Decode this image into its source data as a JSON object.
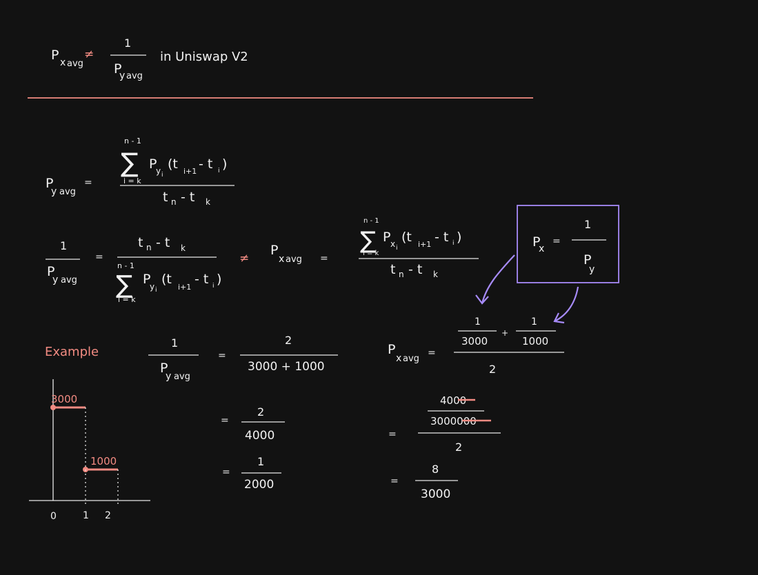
{
  "title": {
    "lhs_p": "P",
    "lhs_sub": "x",
    "lhs_sub2": "avg",
    "neq": "≠",
    "num": "1",
    "den_p": "P",
    "den_sub": "y",
    "den_sub2": "avg",
    "suffix": "in Uniswap V2"
  },
  "eq1": {
    "lhs_p": "P",
    "lhs_sub": "y",
    "lhs_sub2": "avg",
    "eq": "=",
    "sum_top": "n - 1",
    "sigma": "∑",
    "sum_bottom": "i = k",
    "term_p": "P",
    "term_sub": "y",
    "term_sub_i": "i",
    "paren_open": "(t",
    "sub_i1": "i+1",
    "minus_t": "- t",
    "sub_i": "i",
    "paren_close": ")",
    "den_t": "t",
    "den_sub_n": "n",
    "den_minus": "- t",
    "den_sub_k": "k"
  },
  "eq2": {
    "lhs_num": "1",
    "lhs_p": "P",
    "lhs_sub": "y",
    "lhs_sub2": "avg",
    "eq": "=",
    "num_t": "t",
    "num_sub_n": "n",
    "num_minus": "- t",
    "num_sub_k": "k",
    "sum_top": "n - 1",
    "sigma": "∑",
    "sum_bottom": "i = k",
    "term_p": "P",
    "term_sub": "y",
    "term_sub_i": "i",
    "paren_open": "(t",
    "sub_i1": "i+1",
    "minus_t": "- t",
    "sub_i": "i",
    "paren_close": ")",
    "neq": "≠",
    "mid_p": "P",
    "mid_sub": "x",
    "mid_sub2": "avg",
    "mid_eq": "=",
    "r_sum_top": "n - 1",
    "r_sum_bottom": "i = k",
    "r_term_p": "P",
    "r_term_sub": "x",
    "r_term_sub_i": "i",
    "r_den_t": "t",
    "r_den_sub_n": "n",
    "r_den_minus": "- t",
    "r_den_sub_k": "k"
  },
  "box": {
    "p": "P",
    "sub": "x",
    "eq": "=",
    "num": "1",
    "den_p": "P",
    "den_sub": "y"
  },
  "example": {
    "label": "Example",
    "left": {
      "num": "1",
      "p": "P",
      "sub": "y",
      "sub2": "avg",
      "eq": "=",
      "r1_num": "2",
      "r1_den": "3000 + 1000",
      "eq2": "=",
      "r2_num": "2",
      "r2_den": "4000",
      "eq3": "=",
      "r3_num": "1",
      "r3_den": "2000"
    },
    "right": {
      "p": "P",
      "sub": "x",
      "sub2": "avg",
      "eq": "=",
      "f1_num": "1",
      "f1_den": "3000",
      "plus": "+",
      "f2_num": "1",
      "f2_den": "1000",
      "outer_den": "2",
      "eq2": "=",
      "s1_num": "4000",
      "s1_den": "3000000",
      "s_outer_den": "2",
      "eq3": "=",
      "s2_num": "8",
      "s2_den": "3000"
    },
    "graph": {
      "value_a": "3000",
      "value_b": "1000",
      "tick_0": "0",
      "tick_1": "1",
      "tick_2": "2"
    }
  },
  "colors": {
    "background": "#121212",
    "ink": "#f2f2f2",
    "accent_red": "#f28b82",
    "accent_purple": "#a78bfa"
  },
  "chart_data": {
    "type": "line",
    "series": [
      {
        "x": [
          0,
          1,
          1,
          2
        ],
        "y": [
          3000,
          3000,
          1000,
          1000
        ]
      }
    ],
    "x_ticks": [
      "0",
      "1",
      "2"
    ],
    "point_labels": [
      "3000",
      "1000"
    ]
  }
}
